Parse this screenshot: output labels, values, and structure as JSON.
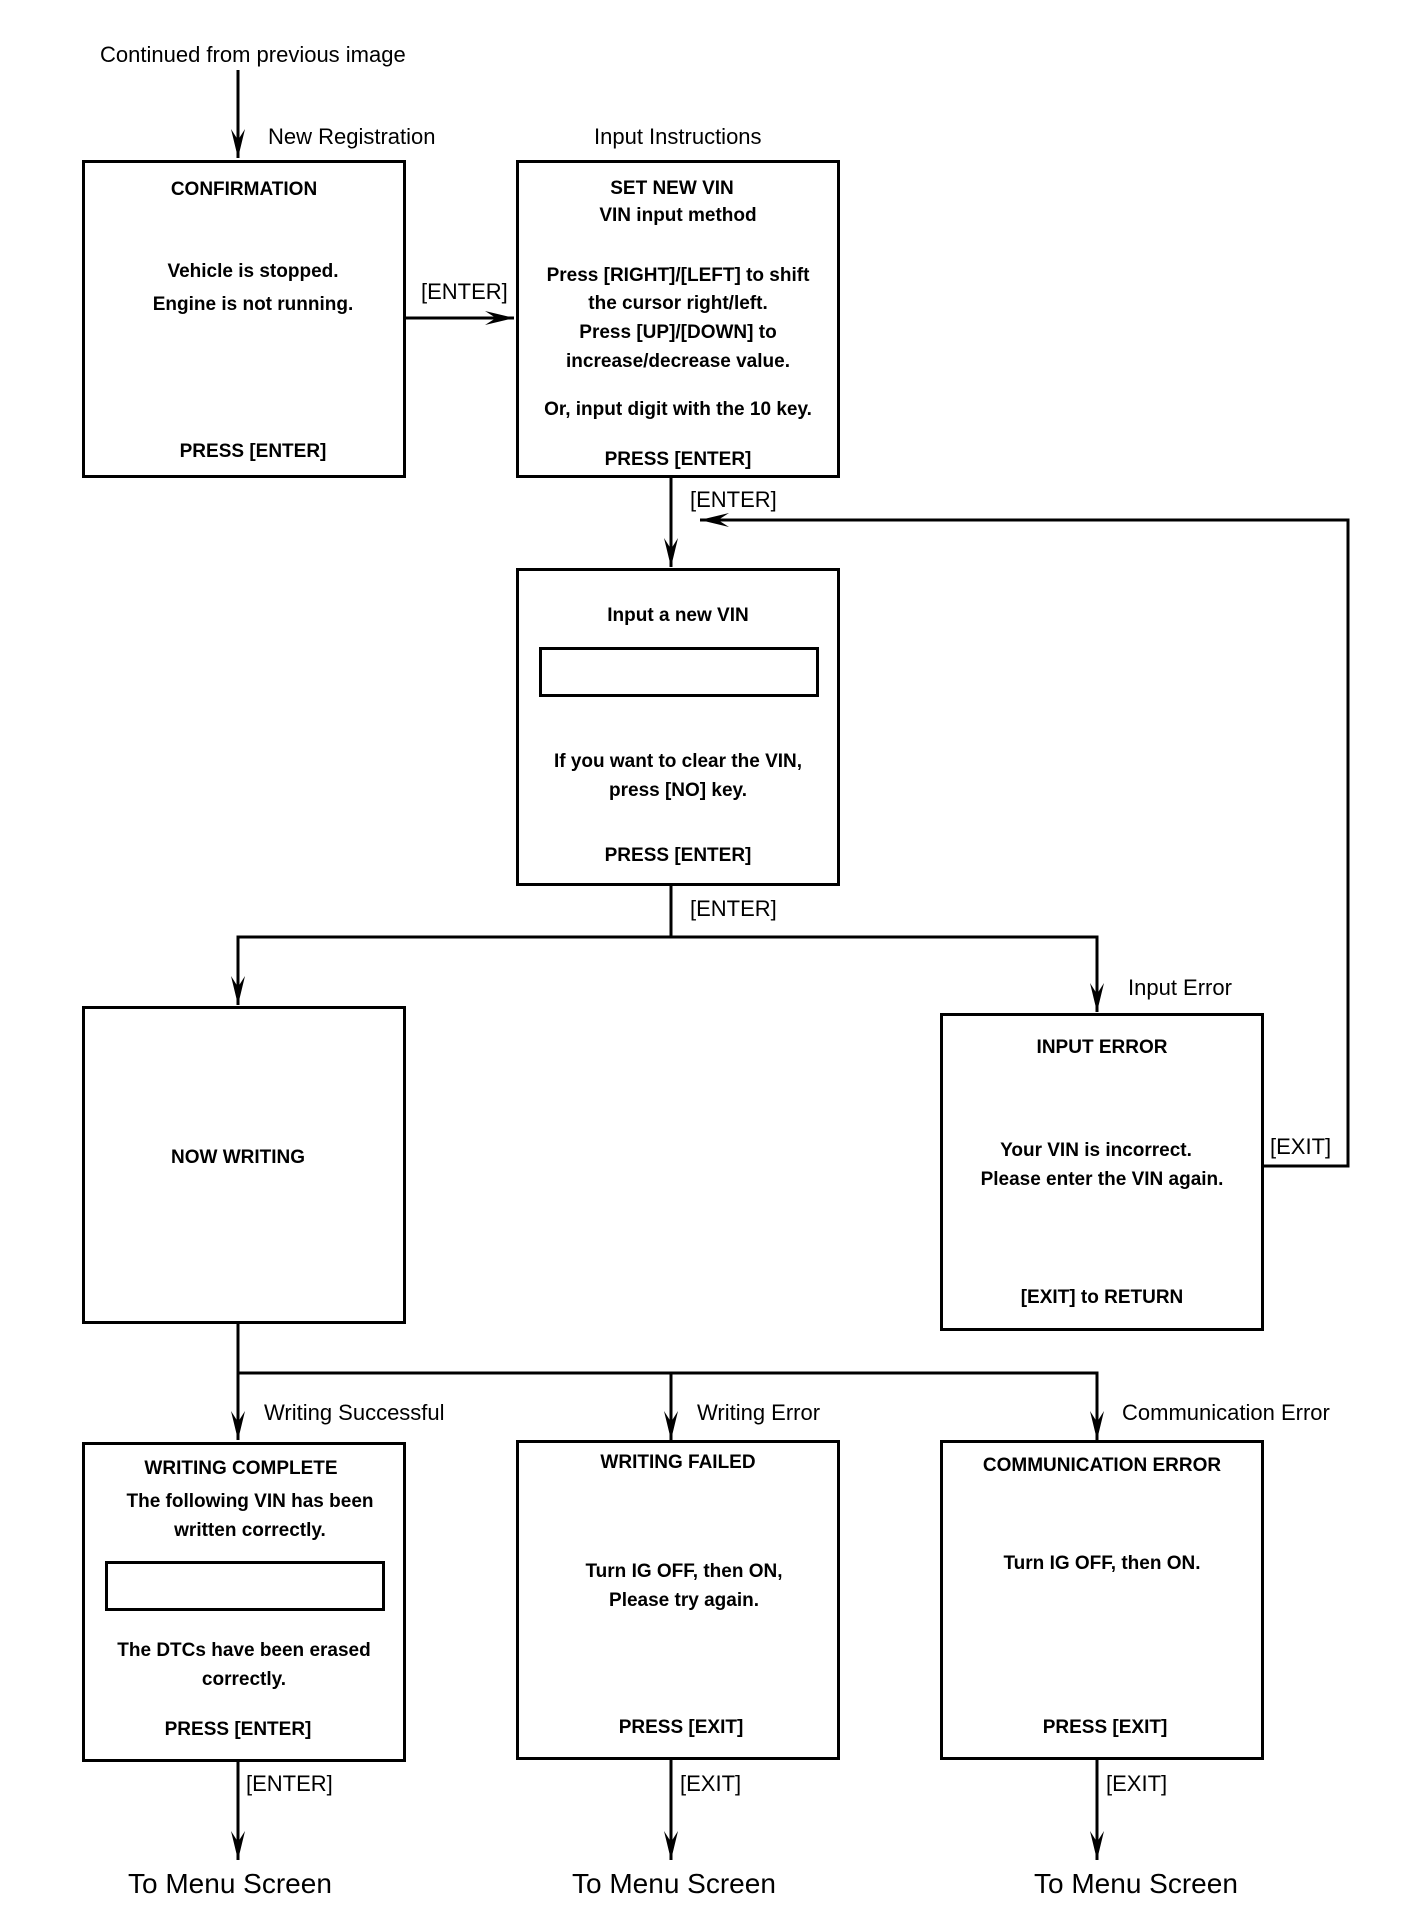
{
  "labels": {
    "continued": "Continued from previous  image",
    "new_registration": "New Registration",
    "input_instructions": "Input Instructions",
    "input_error": "Input Error",
    "writing_successful": "Writing Successful",
    "writing_error": "Writing Error",
    "communication_error": "Communication Error"
  },
  "edges": {
    "enter_1": "[ENTER]",
    "enter_2": "[ENTER]",
    "enter_3": "[ENTER]",
    "exit_error": "[EXIT]",
    "enter_complete": "[ENTER]",
    "exit_failed": "[EXIT]",
    "exit_comm": "[EXIT]"
  },
  "boxes": {
    "confirmation": {
      "title": "CONFIRMATION",
      "line1": "Vehicle is stopped.",
      "line2": "Engine is not running.",
      "footer": "PRESS [ENTER]"
    },
    "set_new_vin": {
      "title": "SET NEW VIN",
      "subtitle": "VIN input method",
      "line1": "Press [RIGHT]/[LEFT] to shift",
      "line2": "the cursor right/left.",
      "line3": "Press [UP]/[DOWN] to",
      "line4": "increase/decrease value.",
      "line5": "Or, input digit with the 10 key.",
      "footer": "PRESS [ENTER]"
    },
    "input_vin": {
      "title": "Input a new VIN",
      "line1": "If you want to clear the VIN,",
      "line2": "press [NO] key.",
      "footer": "PRESS [ENTER]"
    },
    "now_writing": {
      "title": "NOW WRITING"
    },
    "input_error": {
      "title": "INPUT ERROR",
      "line1": "Your VIN is incorrect.",
      "line2": "Please enter the VIN again.",
      "footer": "[EXIT] to RETURN"
    },
    "writing_complete": {
      "title": "WRITING COMPLETE",
      "line1": "The following VIN has been",
      "line2": "written correctly.",
      "line3": "The DTCs have been erased",
      "line4": "correctly.",
      "footer": "PRESS [ENTER]"
    },
    "writing_failed": {
      "title": "WRITING FAILED",
      "line1": "Turn IG OFF, then ON,",
      "line2": "Please try again.",
      "footer": "PRESS [EXIT]"
    },
    "communication_error": {
      "title": "COMMUNICATION ERROR",
      "line1": "Turn IG OFF, then ON.",
      "footer": "PRESS [EXIT]"
    }
  },
  "destinations": {
    "menu_1": "To Menu Screen",
    "menu_2": "To Menu Screen",
    "menu_3": "To Menu Screen"
  }
}
